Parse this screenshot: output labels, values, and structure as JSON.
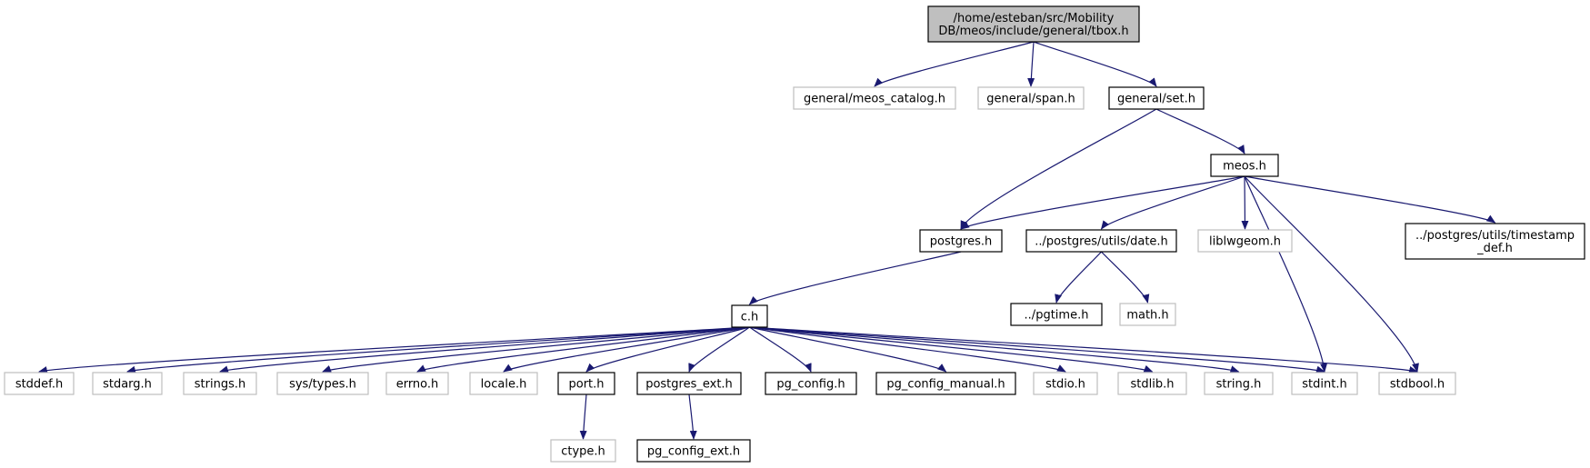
{
  "colors": {
    "edge": "#191970",
    "root_fill": "#bfbfbf",
    "node_border": "#000000",
    "missing_border": "#bfbfbf"
  },
  "nodes": [
    {
      "id": "tbox",
      "lines": [
        "/home/esteban/src/Mobility",
        "DB/meos/include/general/tbox.h"
      ],
      "kind": "root"
    },
    {
      "id": "meos_catalog",
      "lines": [
        "general/meos_catalog.h"
      ],
      "kind": "missing"
    },
    {
      "id": "span",
      "lines": [
        "general/span.h"
      ],
      "kind": "missing"
    },
    {
      "id": "set",
      "lines": [
        "general/set.h"
      ],
      "kind": "normal"
    },
    {
      "id": "meos",
      "lines": [
        "meos.h"
      ],
      "kind": "normal"
    },
    {
      "id": "postgres",
      "lines": [
        "postgres.h"
      ],
      "kind": "normal"
    },
    {
      "id": "date",
      "lines": [
        "../postgres/utils/date.h"
      ],
      "kind": "normal"
    },
    {
      "id": "liblwgeom",
      "lines": [
        "liblwgeom.h"
      ],
      "kind": "missing"
    },
    {
      "id": "timestamp_def",
      "lines": [
        "../postgres/utils/timestamp",
        "_def.h"
      ],
      "kind": "normal"
    },
    {
      "id": "c",
      "lines": [
        "c.h"
      ],
      "kind": "normal"
    },
    {
      "id": "pgtime",
      "lines": [
        "../pgtime.h"
      ],
      "kind": "normal"
    },
    {
      "id": "math",
      "lines": [
        "math.h"
      ],
      "kind": "missing"
    },
    {
      "id": "stddef",
      "lines": [
        "stddef.h"
      ],
      "kind": "missing"
    },
    {
      "id": "stdarg",
      "lines": [
        "stdarg.h"
      ],
      "kind": "missing"
    },
    {
      "id": "strings",
      "lines": [
        "strings.h"
      ],
      "kind": "missing"
    },
    {
      "id": "systypes",
      "lines": [
        "sys/types.h"
      ],
      "kind": "missing"
    },
    {
      "id": "errno",
      "lines": [
        "errno.h"
      ],
      "kind": "missing"
    },
    {
      "id": "locale",
      "lines": [
        "locale.h"
      ],
      "kind": "missing"
    },
    {
      "id": "port",
      "lines": [
        "port.h"
      ],
      "kind": "normal"
    },
    {
      "id": "postgres_ext",
      "lines": [
        "postgres_ext.h"
      ],
      "kind": "normal"
    },
    {
      "id": "pg_config",
      "lines": [
        "pg_config.h"
      ],
      "kind": "normal"
    },
    {
      "id": "pg_config_manual",
      "lines": [
        "pg_config_manual.h"
      ],
      "kind": "normal"
    },
    {
      "id": "stdio",
      "lines": [
        "stdio.h"
      ],
      "kind": "missing"
    },
    {
      "id": "stdlib",
      "lines": [
        "stdlib.h"
      ],
      "kind": "missing"
    },
    {
      "id": "string",
      "lines": [
        "string.h"
      ],
      "kind": "missing"
    },
    {
      "id": "stdint",
      "lines": [
        "stdint.h"
      ],
      "kind": "missing"
    },
    {
      "id": "stdbool",
      "lines": [
        "stdbool.h"
      ],
      "kind": "missing"
    },
    {
      "id": "ctype",
      "lines": [
        "ctype.h"
      ],
      "kind": "missing"
    },
    {
      "id": "pg_config_ext",
      "lines": [
        "pg_config_ext.h"
      ],
      "kind": "normal"
    }
  ],
  "edges": [
    [
      "tbox",
      "meos_catalog"
    ],
    [
      "tbox",
      "span"
    ],
    [
      "tbox",
      "set"
    ],
    [
      "set",
      "postgres"
    ],
    [
      "set",
      "meos"
    ],
    [
      "meos",
      "postgres"
    ],
    [
      "meos",
      "date"
    ],
    [
      "meos",
      "liblwgeom"
    ],
    [
      "meos",
      "timestamp_def"
    ],
    [
      "meos",
      "stdint"
    ],
    [
      "meos",
      "stdbool"
    ],
    [
      "postgres",
      "c"
    ],
    [
      "date",
      "pgtime"
    ],
    [
      "date",
      "math"
    ],
    [
      "c",
      "stddef"
    ],
    [
      "c",
      "stdarg"
    ],
    [
      "c",
      "strings"
    ],
    [
      "c",
      "systypes"
    ],
    [
      "c",
      "errno"
    ],
    [
      "c",
      "locale"
    ],
    [
      "c",
      "port"
    ],
    [
      "c",
      "postgres_ext"
    ],
    [
      "c",
      "pg_config"
    ],
    [
      "c",
      "pg_config_manual"
    ],
    [
      "c",
      "stdio"
    ],
    [
      "c",
      "stdlib"
    ],
    [
      "c",
      "string"
    ],
    [
      "c",
      "stdint"
    ],
    [
      "c",
      "stdbool"
    ],
    [
      "port",
      "ctype"
    ],
    [
      "postgres_ext",
      "pg_config_ext"
    ]
  ]
}
